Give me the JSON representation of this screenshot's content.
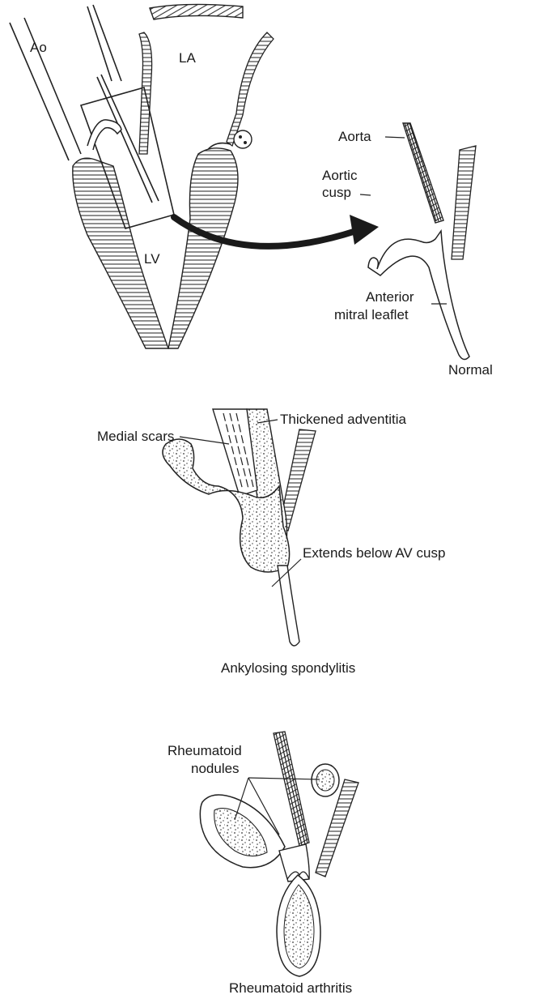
{
  "heart_panel": {
    "labels": {
      "ao": "Ao",
      "la": "LA",
      "lv": "LV"
    }
  },
  "normal_panel": {
    "labels": {
      "aorta": "Aorta",
      "aortic_cusp_line1": "Aortic",
      "aortic_cusp_line2": "cusp",
      "mitral_line1": "Anterior",
      "mitral_line2": "mitral leaflet"
    },
    "caption": "Normal"
  },
  "spondylitis_panel": {
    "labels": {
      "medial_scars": "Medial scars",
      "thickened_adventitia": "Thickened adventitia",
      "extends_below": "Extends below AV cusp"
    },
    "caption": "Ankylosing spondylitis"
  },
  "rheumatoid_panel": {
    "labels": {
      "nodules_line1": "Rheumatoid",
      "nodules_line2": "nodules"
    },
    "caption": "Rheumatoid arthritis"
  }
}
